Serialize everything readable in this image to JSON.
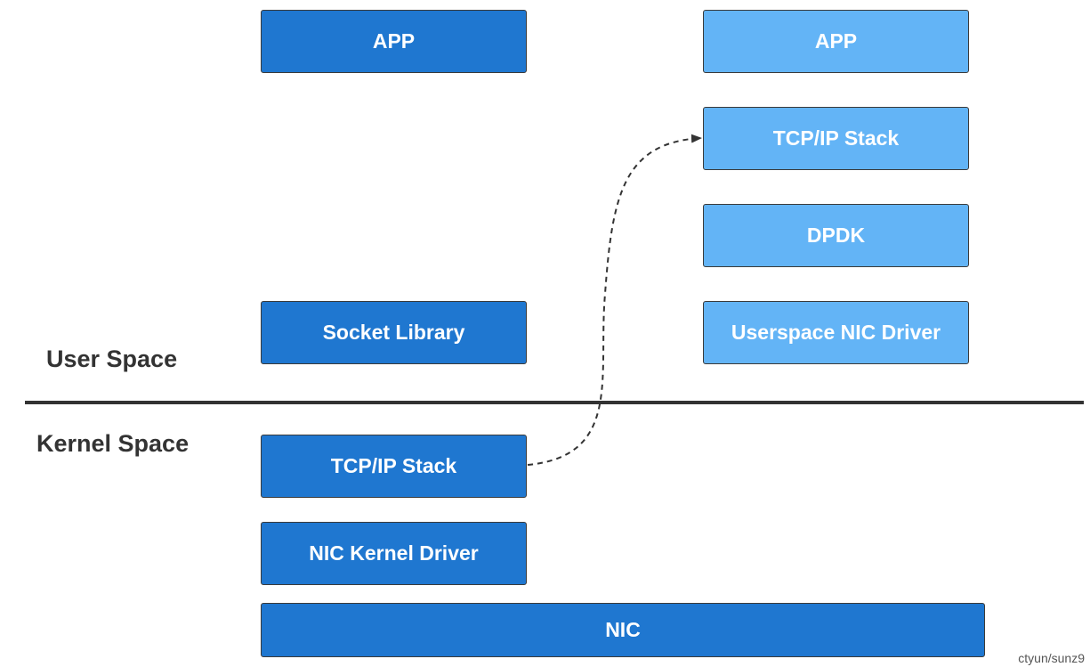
{
  "zones": {
    "user_space": "User Space",
    "kernel_space": "Kernel Space"
  },
  "left_stack": {
    "app": "APP",
    "socket_library": "Socket Library",
    "kernel_tcpip": "TCP/IP Stack",
    "nic_kernel_driver": "NIC Kernel Driver"
  },
  "right_stack": {
    "app": "APP",
    "user_tcpip": "TCP/IP Stack",
    "dpdk": "DPDK",
    "userspace_nic_driver": "Userspace NIC Driver"
  },
  "hardware": {
    "nic": "NIC"
  },
  "watermark": "ctyun/sunz9",
  "colors": {
    "dark_box": "#1f77d0",
    "light_box": "#63b4f6",
    "border": "#3a3a3a",
    "divider": "#333333"
  }
}
